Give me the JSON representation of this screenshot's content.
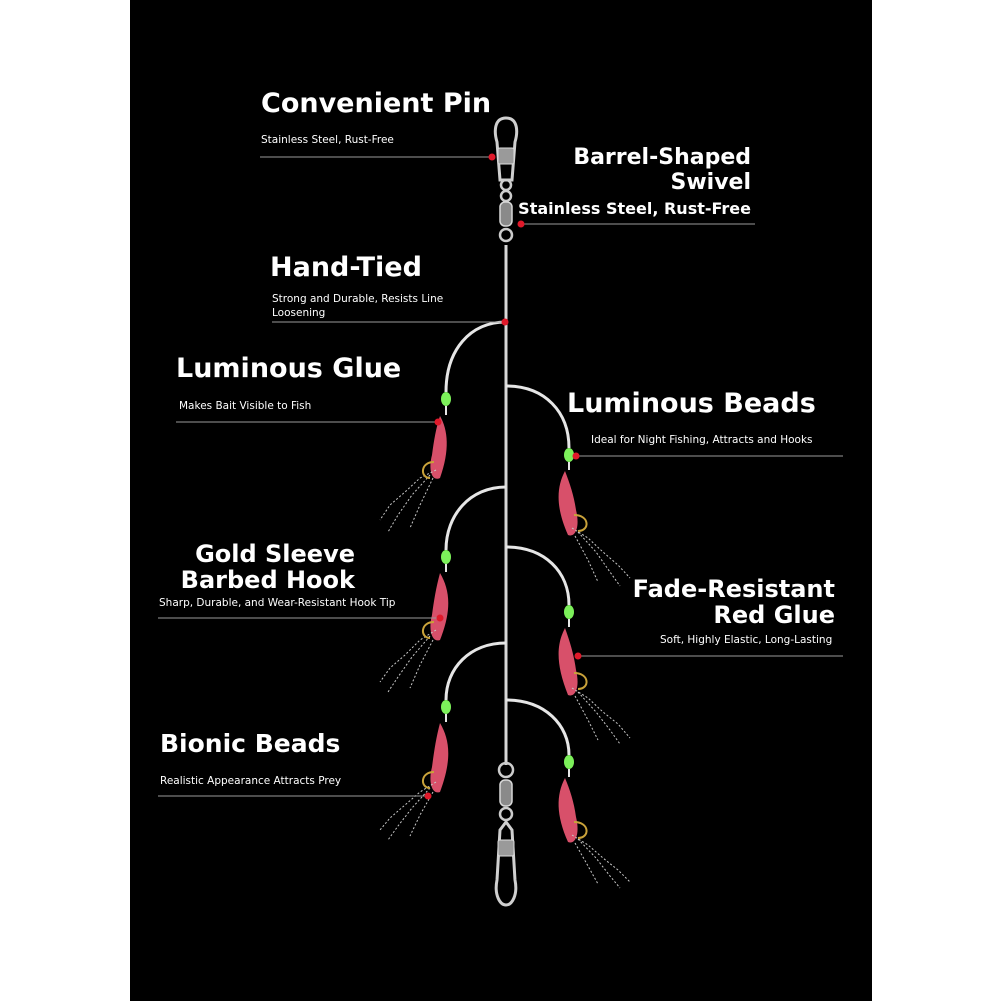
{
  "callouts": {
    "pin": {
      "title": "Convenient Pin",
      "desc": "Stainless Steel, Rust-Free"
    },
    "swivel": {
      "title_line1": "Barrel-Shaped",
      "title_line2": "Swivel",
      "desc": "Stainless Steel, Rust-Free"
    },
    "hand_tied": {
      "title": "Hand-Tied",
      "desc_line1": "Strong and Durable, Resists Line",
      "desc_line2": "Loosening"
    },
    "luminous_glue": {
      "title": "Luminous Glue",
      "desc": "Makes Bait Visible to Fish"
    },
    "luminous_beads": {
      "title": "Luminous Beads",
      "desc": "Ideal for Night Fishing, Attracts and Hooks"
    },
    "gold_sleeve": {
      "title_line1": "Gold Sleeve",
      "title_line2": "Barbed Hook",
      "desc": "Sharp, Durable, and Wear-Resistant Hook Tip"
    },
    "fade_resistant": {
      "title_line1": "Fade-Resistant",
      "title_line2": "Red Glue",
      "desc": "Soft, Highly Elastic, Long-Lasting"
    },
    "bionic_beads": {
      "title": "Bionic Beads",
      "desc": "Realistic Appearance Attracts Prey"
    }
  },
  "colors": {
    "background": "#000000",
    "text": "#ffffff",
    "marker": "#e0192a",
    "bead": "#7cf05a",
    "lure": "#d8506a"
  }
}
